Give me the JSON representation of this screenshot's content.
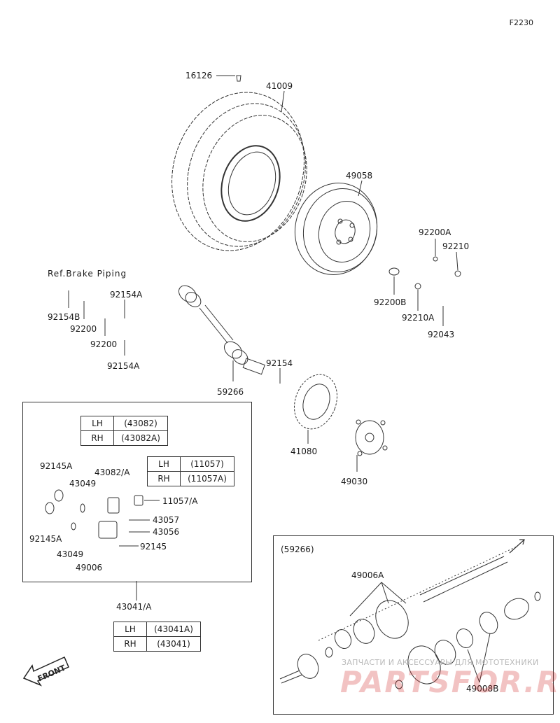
{
  "diagram_code": "F2230",
  "labels": {
    "p16126": "16126",
    "p41009": "41009",
    "p49058": "49058",
    "p92200A": "92200A",
    "p92210": "92210",
    "p92200B": "92200B",
    "p92210A": "92210A",
    "p92043": "92043",
    "ref_brake": "Ref.Brake Piping",
    "p92154B": "92154B",
    "p92154A_1": "92154A",
    "p92200": "92200",
    "p92200_2": "92200",
    "p92154A_2": "92154A",
    "p92154": "92154",
    "p59266": "59266",
    "p41080": "41080",
    "p49030": "49030",
    "p92145A_1": "92145A",
    "p43082A": "43082/A",
    "p43049_1": "43049",
    "p11057A": "11057/A",
    "p43057": "43057",
    "p43056": "43056",
    "p92145A_2": "92145A",
    "p43049_2": "43049",
    "p92145": "92145",
    "p49006": "49006",
    "p43041A": "43041/A",
    "ref59266": "(59266)",
    "p49006A": "49006A",
    "p49008B": "49008B"
  },
  "tables": {
    "t43082": [
      {
        "side": "LH",
        "num": "(43082)"
      },
      {
        "side": "RH",
        "num": "(43082A)"
      }
    ],
    "t11057": [
      {
        "side": "LH",
        "num": "(11057)"
      },
      {
        "side": "RH",
        "num": "(11057A)"
      }
    ],
    "t43041": [
      {
        "side": "LH",
        "num": "(43041A)"
      },
      {
        "side": "RH",
        "num": "(43041)"
      }
    ]
  },
  "front_label": "FRONT",
  "watermark": {
    "line1": "ЗАПЧАСТИ И АКСЕССУАРЫ ДЛЯ МОТОТЕХНИКИ",
    "line2": "PARTSFOR.RU"
  }
}
